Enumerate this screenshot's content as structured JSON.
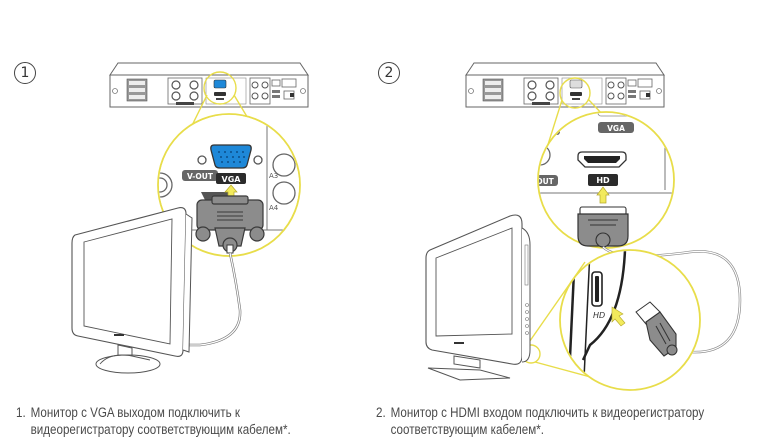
{
  "colors": {
    "highlight_yellow": "#f2ea5c",
    "vga_blue": "#1e88d8",
    "connector_gray": "#8c8c8c",
    "label_dark": "#2b2b2b",
    "outline": "#555555"
  },
  "steps": [
    {
      "number": "1",
      "caption_index": "1.",
      "caption_line1": "Монитор с VGA выходом подключить к",
      "caption_line2": "видеорегистратору соответствующим кабелем*.",
      "port_label": "VGA",
      "side_label_left": "V-OUT",
      "side_label_a3": "A3",
      "side_label_a4": "A4"
    },
    {
      "number": "2",
      "caption_index": "2.",
      "caption_line1": "Монитор с HDMI входом подключить к видеорегистратору",
      "caption_line2": "соответствующим кабелем*.",
      "port_label": "HD",
      "top_label_vga": "VGA",
      "side_label_left": "OUT",
      "top_label_left": "OUT",
      "monitor_port_label": "HD"
    }
  ],
  "icons": [
    "dvr-rear-panel-icon",
    "vga-port-icon",
    "vga-plug-icon",
    "hdmi-port-icon",
    "hdmi-plug-icon",
    "monitor-icon",
    "arrow-up-icon"
  ]
}
